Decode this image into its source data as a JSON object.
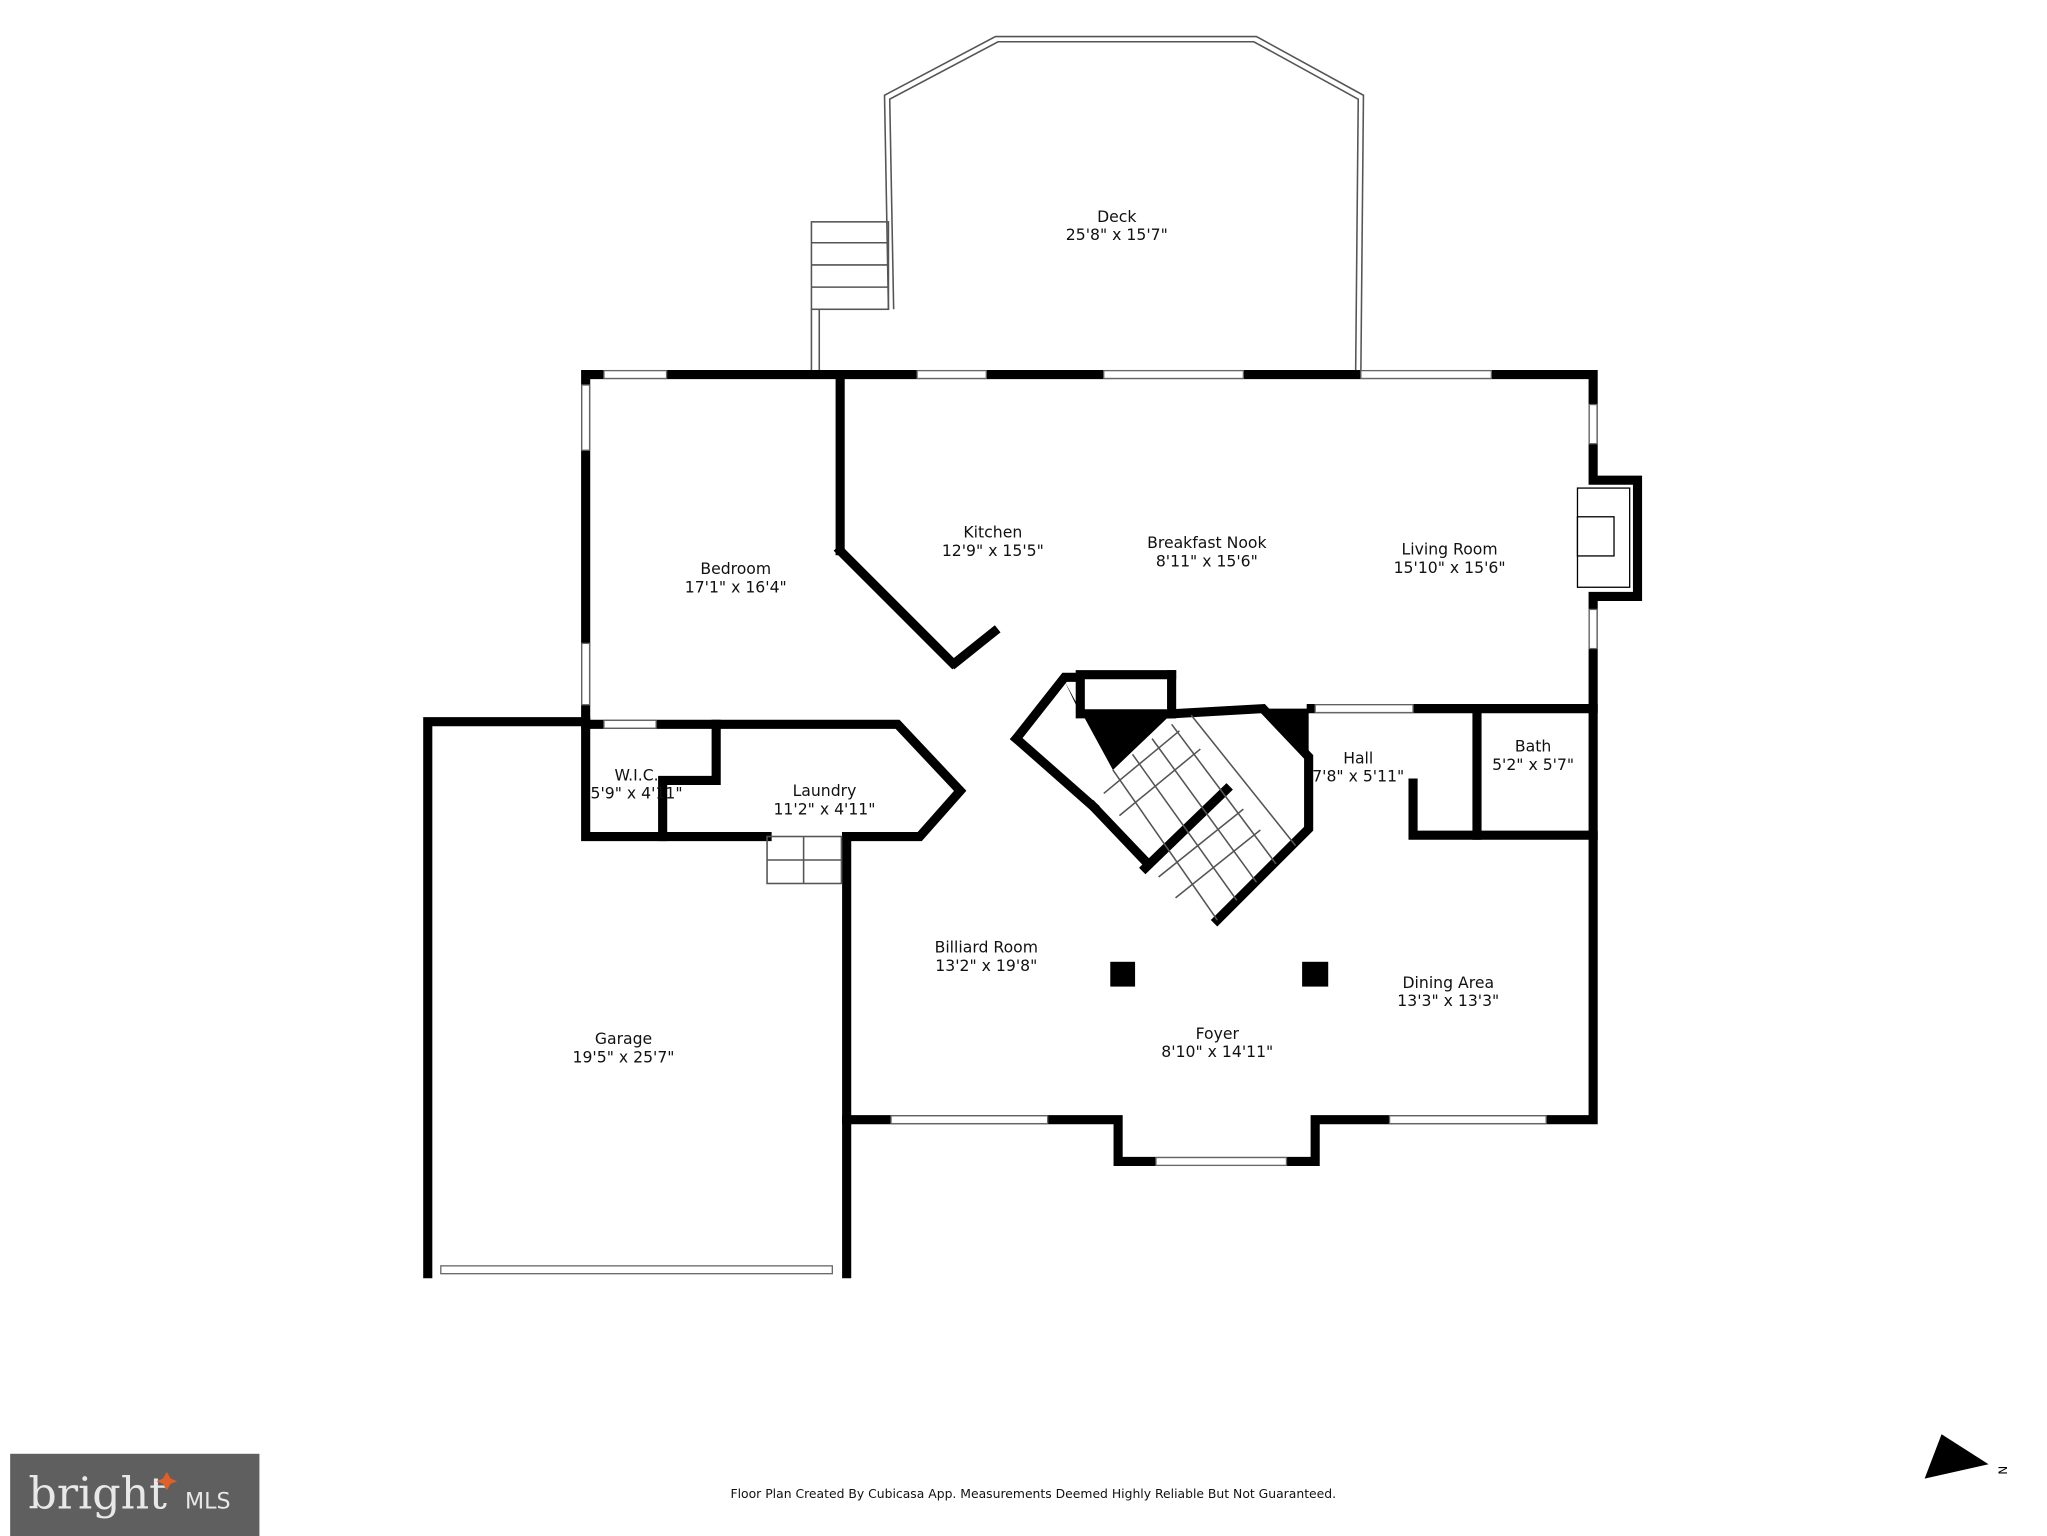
{
  "rooms": [
    {
      "name": "Deck",
      "size": "25'8\" x 15'7\""
    },
    {
      "name": "Kitchen",
      "size": "12'9\" x 15'5\""
    },
    {
      "name": "Breakfast Nook",
      "size": "8'11\" x 15'6\""
    },
    {
      "name": "Living Room",
      "size": "15'10\" x 15'6\""
    },
    {
      "name": "Bedroom",
      "size": "17'1\" x 16'4\""
    },
    {
      "name": "W.I.C.",
      "size": "5'9\" x 4'11\""
    },
    {
      "name": "Laundry",
      "size": "11'2\" x 4'11\""
    },
    {
      "name": "Hall",
      "size": "7'8\" x 5'11\""
    },
    {
      "name": "Bath",
      "size": "5'2\" x 5'7\""
    },
    {
      "name": "Billiard Room",
      "size": "13'2\" x 19'8\""
    },
    {
      "name": "Dining Area",
      "size": "13'3\" x 13'3\""
    },
    {
      "name": "Foyer",
      "size": "8'10\" x 14'11\""
    },
    {
      "name": "Garage",
      "size": "19'5\" x 25'7\""
    }
  ],
  "footer": {
    "disclaimer": "Floor Plan Created By Cubicasa App. Measurements Deemed Highly Reliable But Not Guaranteed."
  },
  "logo": {
    "text": "bright MLS",
    "background": "#5f5f5f",
    "accent": "#e0602a"
  },
  "compass": {
    "label": "N",
    "icon": "north-arrow-icon"
  }
}
